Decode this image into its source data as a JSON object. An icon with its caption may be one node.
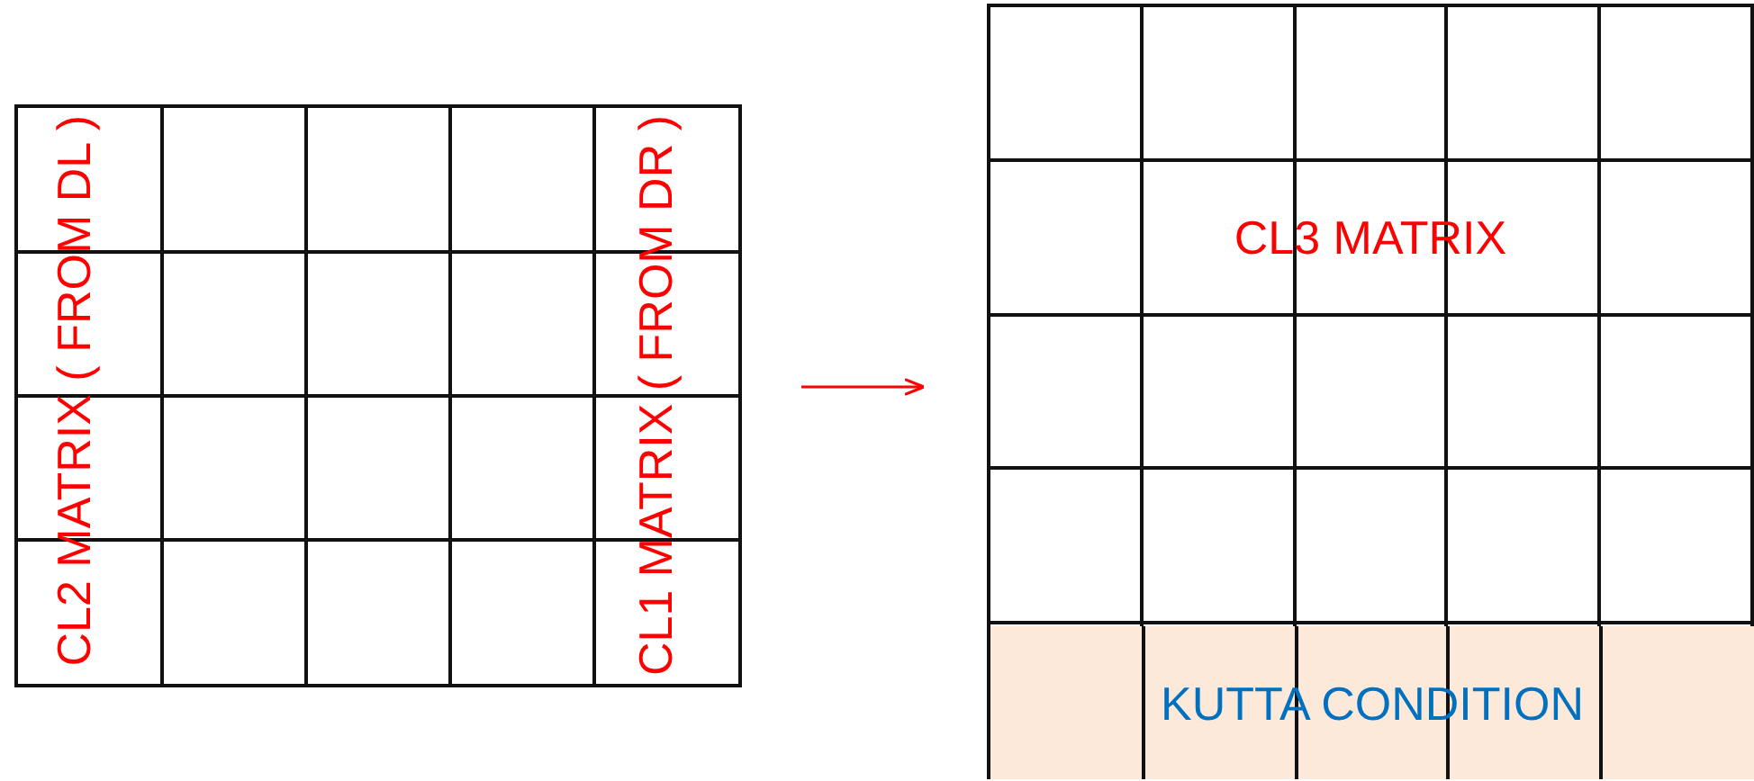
{
  "diagram": {
    "nodes": [
      {
        "text": [],
        "shape": "box"
      },
      {
        "text": [
          "CL2 MATRIX ( FROM DL )"
        ],
        "in": 0
      },
      {
        "text": [
          "CL1 MATRIX ( FROM DR )"
        ],
        "in": 0
      },
      {
        "text": [
          "CL3 MATRIX"
        ]
      },
      {
        "text": [
          "KUTTA CONDITION"
        ],
        "in": 3
      }
    ],
    "edges": [
      {
        "from": 0,
        "to": 3,
        "arrow": "to",
        "color": "#ff0000"
      }
    ]
  }
}
